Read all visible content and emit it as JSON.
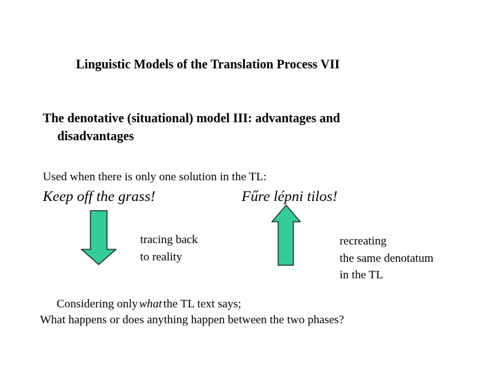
{
  "slide": {
    "title": "Linguistic Models of the Translation Process VII",
    "heading": {
      "line1": "The denotative (situational) model III: advantages and",
      "line2": "disadvantages"
    },
    "intro": "Used when there is only one solution in the TL:",
    "examples": {
      "source": "Keep off the grass!",
      "target": "Fűre lépni tilos!"
    },
    "arrows": {
      "fill_color": "#33CC99",
      "stroke_color": "#1a1a1a",
      "down_label": {
        "line1": "tracing back",
        "line2": "to reality"
      },
      "up_label": {
        "line1": "recreating",
        "line2": "the same denotatum",
        "line3": "in the TL"
      }
    },
    "conclusion": {
      "line1_prefix": "Considering only",
      "line1_italic": "what",
      "line1_suffix": "the TL text says;",
      "line2": "What happens or does anything happen between the two phases?"
    }
  }
}
